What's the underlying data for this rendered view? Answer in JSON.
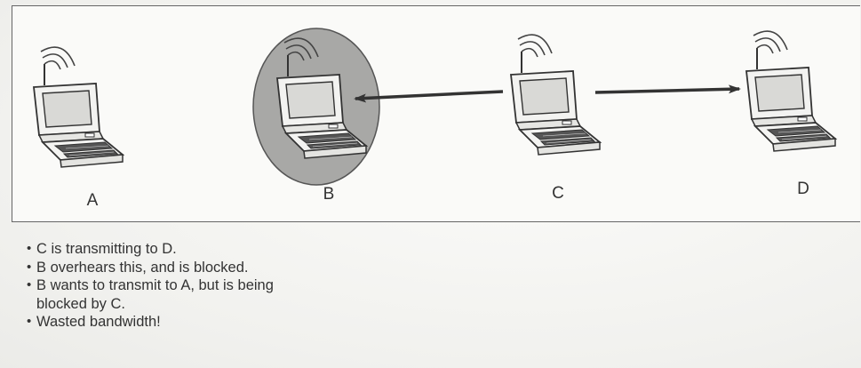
{
  "diagram": {
    "nodes": [
      {
        "id": "A",
        "label": "A"
      },
      {
        "id": "B",
        "label": "B"
      },
      {
        "id": "C",
        "label": "C"
      },
      {
        "id": "D",
        "label": "D"
      }
    ],
    "edges": [
      {
        "from": "C",
        "to": "B",
        "style": "arrow"
      },
      {
        "from": "C",
        "to": "D",
        "style": "arrow"
      }
    ],
    "highlight": {
      "node": "B",
      "shape": "circle",
      "fill": "#a9a9a9"
    }
  },
  "bullets": [
    {
      "text": "C is transmitting to D.",
      "cont": ""
    },
    {
      "text": "B overhears this, and is blocked.",
      "cont": ""
    },
    {
      "text": "B wants to transmit to A, but is being",
      "cont": "blocked by C."
    },
    {
      "text": "Wasted bandwidth!",
      "cont": ""
    }
  ],
  "colors": {
    "line": "#333333",
    "highlight": "#a9a9a9",
    "laptop_screen": "#d6d6d6",
    "laptop_body": "#f2f2f2"
  },
  "icons": [
    "laptop-icon",
    "wireless-signal-icon",
    "arrow-icon"
  ]
}
